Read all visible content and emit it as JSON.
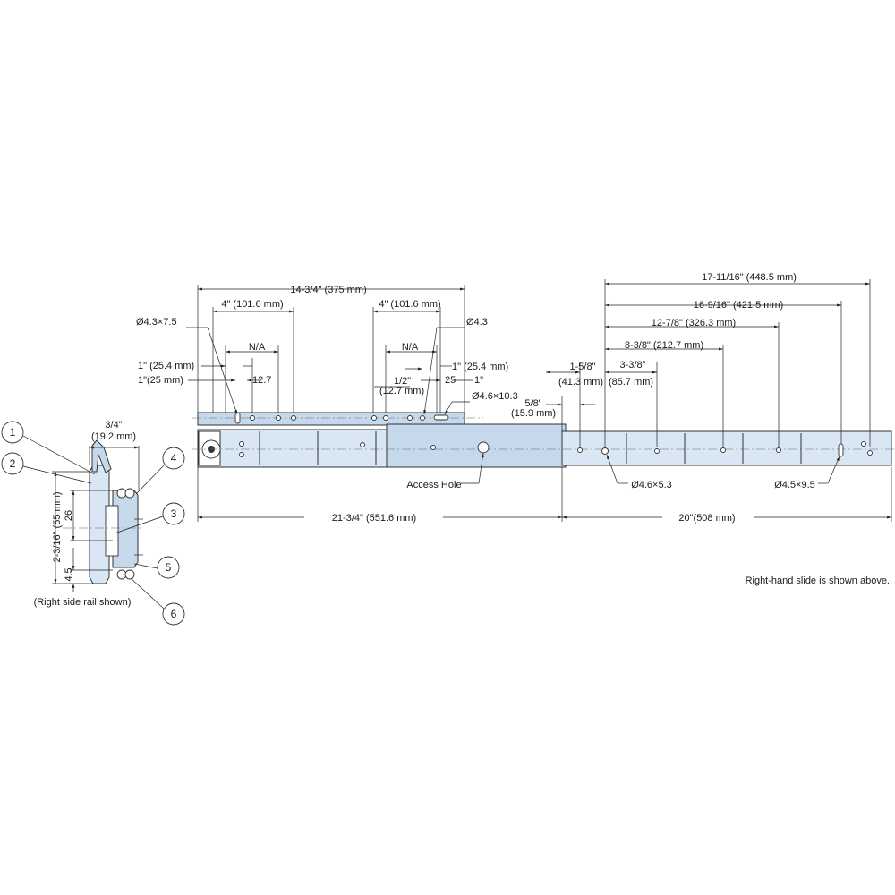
{
  "profile": {
    "width_label": "3/4\"",
    "width_mm": "(19.2 mm)",
    "height_label": "2-3/16\" (55 mm)",
    "dim_26": "26",
    "dim_45": "4.5",
    "note": "(Right side rail shown)",
    "callouts": [
      "1",
      "2",
      "3",
      "4",
      "5",
      "6"
    ]
  },
  "top_dims": {
    "overall_14_34": "14-3/4\" (375 mm)",
    "left_4in": "4\" (101.6 mm)",
    "right_4in": "4\" (101.6 mm)",
    "slot_43x75": "Ø4.3×7.5",
    "hole_43": "Ø4.3",
    "na_left": "N/A",
    "na_right": "N/A",
    "left_1in": "1\" (25.4 mm)",
    "left_1in_25": "1\"(25 mm)",
    "left_127": "12.7",
    "right_half": "1/2\"",
    "right_127mm": "(12.7 mm)",
    "right_1in": "1\" (25.4 mm)",
    "right_25": "25",
    "right_1": "1\"",
    "slot_46x103": "Ø4.6×10.3"
  },
  "right_dims": {
    "d_17_11_16": "17-11/16\" (448.5 mm)",
    "d_16_9_16": "16-9/16\" (421.5 mm)",
    "d_12_7_8": "12-7/8\" (326.3 mm)",
    "d_8_3_8": "8-3/8\" (212.7 mm)",
    "d_1_5_8": "1-5/8\"",
    "d_1_5_8_mm": "(41.3 mm)",
    "d_3_3_8": "3-3/8\"",
    "d_3_3_8_mm": "(85.7 mm)",
    "d_5_8": "5/8\"",
    "d_5_8_mm": "(15.9 mm)"
  },
  "bottom_dims": {
    "closed_length": "21-3/4\" (551.6 mm)",
    "travel": "20\"(508 mm)"
  },
  "labels": {
    "access_hole": "Access Hole",
    "hole_46x53": "Ø4.6×5.3",
    "slot_45x95": "Ø4.5×9.5",
    "note": "Right-hand slide is shown above."
  },
  "colors": {
    "rail_fill": "#d9e6f4",
    "line": "#222222"
  }
}
